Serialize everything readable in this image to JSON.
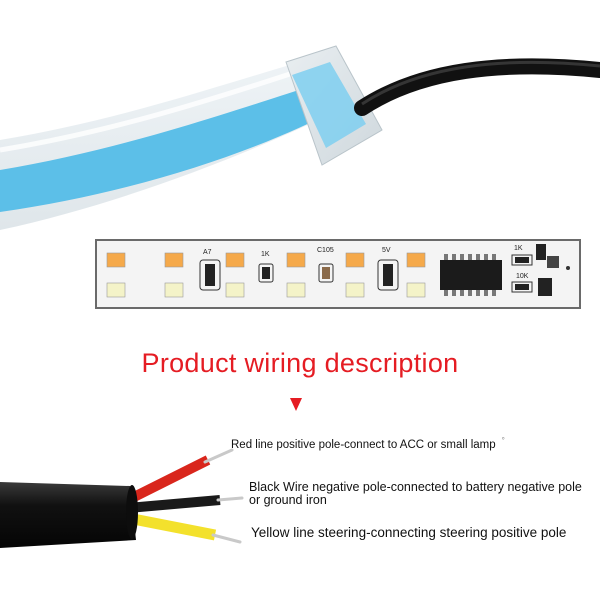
{
  "heading": {
    "text": "Product wiring description",
    "color": "#e51c23"
  },
  "arrow": {
    "icon": "down-triangle-icon",
    "color": "#e51c23"
  },
  "pcb_labels": {
    "r1": "A7",
    "r2": "1K",
    "cap": "C105",
    "r3": "5V",
    "r4": "1K",
    "r5": "10K"
  },
  "wires": {
    "red": {
      "label": "Red line positive pole-connect to ACC or small lamp",
      "mark": "°",
      "color": "#d9261c"
    },
    "black": {
      "label": "Black Wire negative pole-connected to battery negative pole or ground iron",
      "color": "#1a1a1a"
    },
    "yellow": {
      "label": "Yellow line steering-connecting steering positive pole",
      "color": "#f3e12c"
    }
  },
  "strip_color": "#5cbfe8",
  "led_colors": {
    "amber": "#f5a94a",
    "white": "#f4f3c8"
  }
}
